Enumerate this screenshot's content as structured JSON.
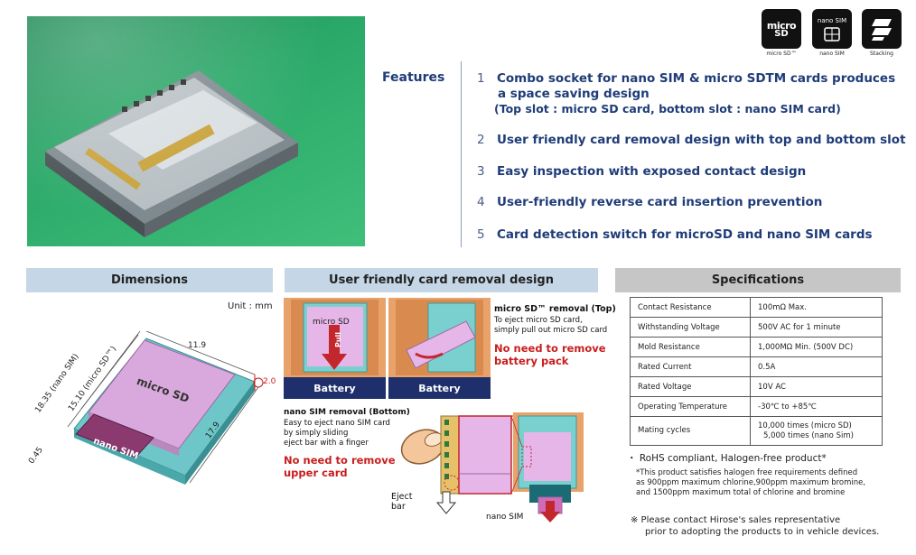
{
  "badges": [
    {
      "icon": "micro-sd-logo-icon",
      "logo": "micro",
      "logo2": "SD",
      "caption": "micro SD™"
    },
    {
      "icon": "nano-sim-logo-icon",
      "logo": "nano SIM",
      "caption": "nano SIM"
    },
    {
      "icon": "stacking-logo-icon",
      "caption": "Stacking"
    }
  ],
  "features": {
    "heading": "Features",
    "items": [
      {
        "num": "1",
        "text": "Combo socket for nano SIM & micro SDTM cards produces",
        "line2": "a space saving design",
        "line3": "(Top slot : micro SD card, bottom slot : nano SIM card)"
      },
      {
        "num": "2",
        "text": "User friendly card removal design with top and bottom slot"
      },
      {
        "num": "3",
        "text": "Easy inspection with exposed contact design"
      },
      {
        "num": "4",
        "text": "User-friendly reverse card insertion prevention"
      },
      {
        "num": "5",
        "text": "Card detection switch for microSD and nano SIM cards"
      }
    ]
  },
  "dimensions": {
    "heading": "Dimensions",
    "unit": "Unit : mm",
    "width_label": "11.9",
    "length_label": "17.9",
    "height_label": "2.0",
    "nano_length_label": "18.35 (nano SIM)",
    "micro_length_label": "15.10 (micro SD™)",
    "offset_label": "0.45",
    "card_top_label": "micro SD",
    "card_bottom_label": "nano SIM"
  },
  "removal": {
    "heading": "User friendly card removal design",
    "battery_label": "Battery",
    "micro_card_label": "micro SD",
    "pull_label": "Pull",
    "top_title": "micro SD™ removal (Top)",
    "top_body": [
      "To eject micro SD card,",
      "simply pull out micro SD card"
    ],
    "top_red": [
      "No need to remove",
      "battery pack"
    ],
    "bottom_title": "nano SIM removal (Bottom)",
    "bottom_body": [
      "Easy to eject nano SIM card",
      "by simply sliding",
      "eject bar with a finger"
    ],
    "bottom_red": [
      "No need to remove",
      "upper card"
    ],
    "eject_label": [
      "Eject",
      "bar"
    ],
    "nano_label": "nano SIM"
  },
  "specifications": {
    "heading": "Specifications",
    "rows": [
      {
        "key": "Contact Resistance",
        "value": [
          "100mΩ Max."
        ]
      },
      {
        "key": "Withstanding Voltage",
        "value": [
          "500V AC for 1 minute"
        ]
      },
      {
        "key": "Mold Resistance",
        "value": [
          "1,000MΩ Min. (500V DC)"
        ]
      },
      {
        "key": "Rated Current",
        "value": [
          "0.5A"
        ]
      },
      {
        "key": "Rated Voltage",
        "value": [
          "10V AC"
        ]
      },
      {
        "key": "Operating Temperature",
        "value": [
          "-30℃ to +85℃"
        ]
      },
      {
        "key": "Mating cycles",
        "value": [
          "10,000 times (micro SD)",
          "5,000 times (nano Sim)"
        ]
      }
    ],
    "rohs": "・ RoHS compliant, Halogen-free product*",
    "note": [
      "*This product satisfies halogen free requirements defined",
      "as 900ppm maximum chlorine,900ppm maximum bromine,",
      "and 1500ppm maximum total of chlorine and bromine"
    ],
    "contact": [
      "※ Please contact Hirose's sales representative",
      "prior to adopting the products to in vehicle devices."
    ]
  },
  "colors": {
    "feature_text": "#1f3c78",
    "header_blue": "#c5d6e6",
    "header_gray": "#c6c6c6",
    "battery_navy": "#1e2f6b",
    "accent_red": "#c81e1e",
    "pcb_green": "#2aa868"
  }
}
